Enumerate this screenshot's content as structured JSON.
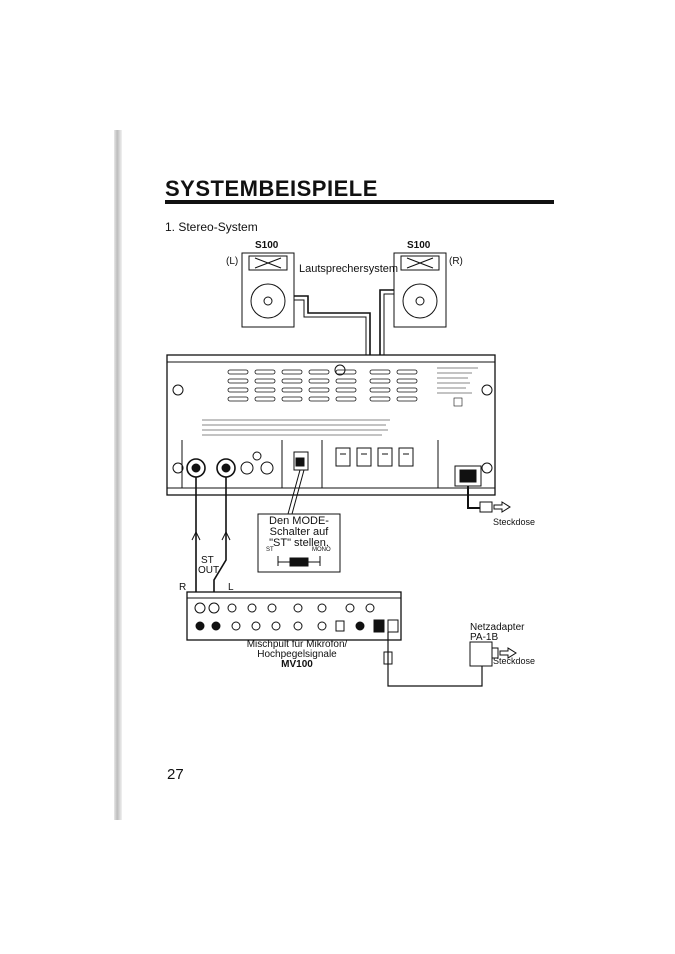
{
  "page": {
    "title": "SYSTEMBEISPIELE",
    "subtitle": "1. Stereo-System",
    "page_number": "27"
  },
  "diagram": {
    "speaker_left_model": "S100",
    "speaker_right_model": "S100",
    "speaker_left_channel": "(L)",
    "speaker_right_channel": "(R)",
    "speaker_system_label": "Lautsprechersystem",
    "mode_note_line1": "Den MODE-",
    "mode_note_line2": "Schalter auf",
    "mode_note_line3": "\"ST\" stellen.",
    "mode_st": "ST",
    "mode_mono": "MONO",
    "st_out_line1": "ST",
    "st_out_line2": "OUT",
    "mixer_r": "R",
    "mixer_l": "L",
    "mixer_caption_line1": "Mischpult für Mikrofon/",
    "mixer_caption_line2": "Hochpegelsignale",
    "mixer_model": "MV100",
    "adapter_label": "Netzadapter",
    "adapter_model": "PA-1B",
    "outlet_amp": "Steckdose",
    "outlet_adapter": "Steckdose"
  }
}
